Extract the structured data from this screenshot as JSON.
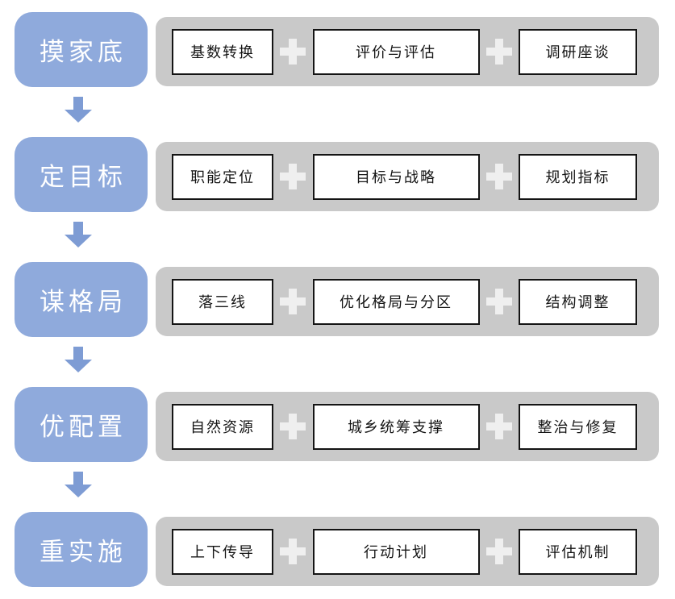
{
  "diagram": {
    "title_implicit": "",
    "plus_separator": "+",
    "colors": {
      "stage_fill": "#8FAADC",
      "arrow_fill": "#7E9CD4",
      "bar_fill": "#C9C9C9",
      "plus_fill": "#EFEFEF",
      "item_border": "#141414"
    },
    "rows": [
      {
        "stage": "摸家底",
        "items": [
          "基数转换",
          "评价与评估",
          "调研座谈"
        ]
      },
      {
        "stage": "定目标",
        "items": [
          "职能定位",
          "目标与战略",
          "规划指标"
        ]
      },
      {
        "stage": "谋格局",
        "items": [
          "落三线",
          "优化格局与分区",
          "结构调整"
        ]
      },
      {
        "stage": "优配置",
        "items": [
          "自然资源",
          "城乡统筹支撑",
          "整治与修复"
        ]
      },
      {
        "stage": "重实施",
        "items": [
          "上下传导",
          "行动计划",
          "评估机制"
        ]
      }
    ]
  }
}
